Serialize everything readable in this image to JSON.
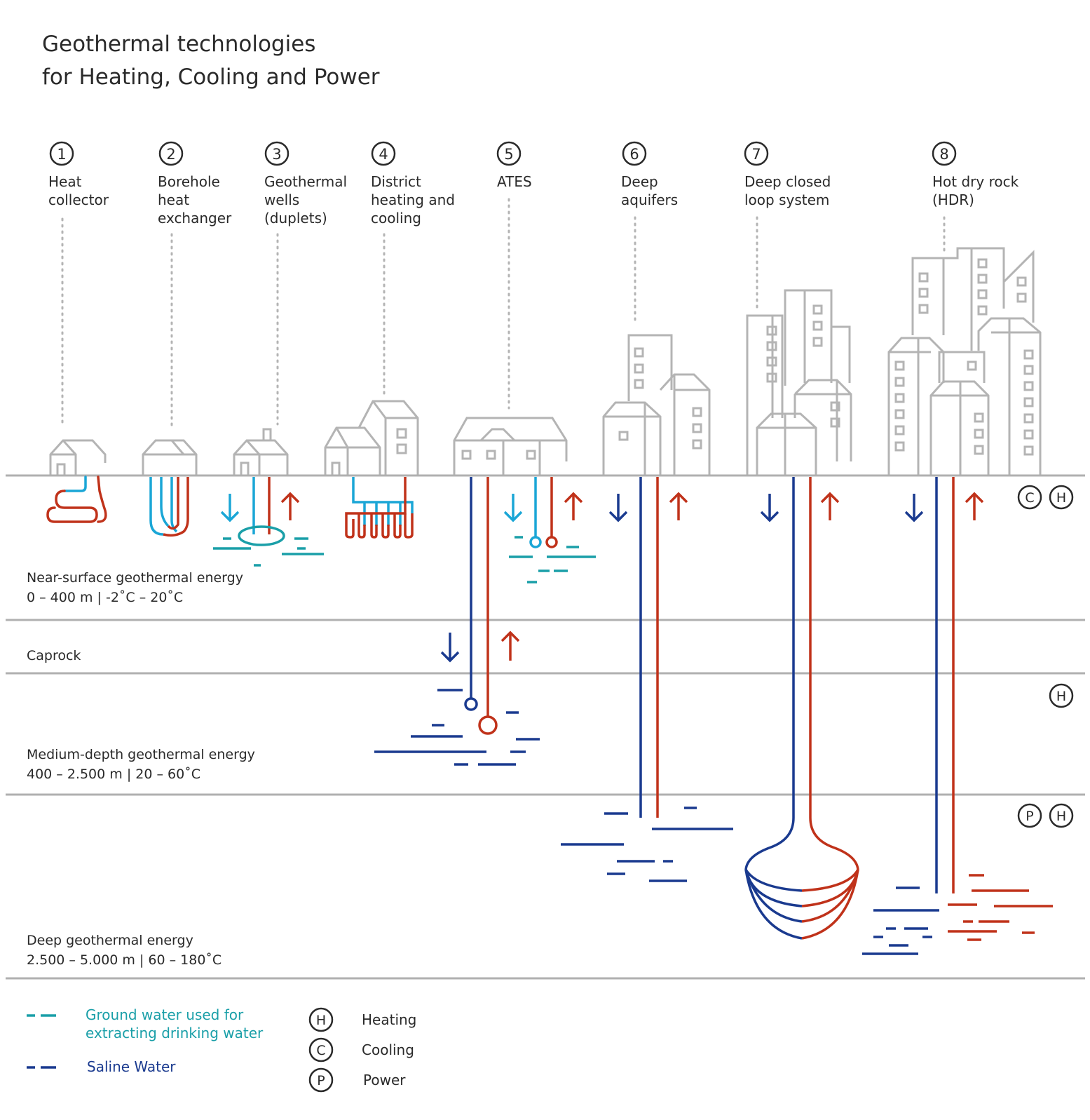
{
  "title": {
    "line1": "Geothermal technologies",
    "line2": "for Heating, Cooling and Power"
  },
  "technologies": [
    {
      "number": "1",
      "lines": [
        "Heat",
        "collector"
      ]
    },
    {
      "number": "2",
      "lines": [
        "Borehole",
        "heat",
        "exchanger"
      ]
    },
    {
      "number": "3",
      "lines": [
        "Geothermal",
        "wells",
        "(duplets)"
      ]
    },
    {
      "number": "4",
      "lines": [
        "District",
        "heating and",
        "cooling"
      ]
    },
    {
      "number": "5",
      "lines": [
        "ATES"
      ]
    },
    {
      "number": "6",
      "lines": [
        "Deep",
        "aquifers"
      ]
    },
    {
      "number": "7",
      "lines": [
        "Deep closed",
        "loop system"
      ]
    },
    {
      "number": "8",
      "lines": [
        "Hot dry rock",
        "(HDR)"
      ]
    }
  ],
  "zones": {
    "near_surface": {
      "name": "Near-surface geothermal energy",
      "range": "0 – 400 m | -2˚C – 20˚C"
    },
    "caprock": {
      "name": "Caprock"
    },
    "medium": {
      "name": "Medium-depth geothermal energy",
      "range": "400 – 2.500 m | 20 – 60˚C"
    },
    "deep": {
      "name": "Deep geothermal energy",
      "range": "2.500 – 5.000 m | 60 – 180˚C"
    }
  },
  "zone_badges": {
    "near_surface": [
      "C",
      "H"
    ],
    "medium": [
      "H"
    ],
    "deep": [
      "P",
      "H"
    ]
  },
  "legend": {
    "groundwater": {
      "line1": "Ground water used for",
      "line2": "extracting drinking water"
    },
    "saline": "Saline Water",
    "heating": {
      "letter": "H",
      "label": "Heating"
    },
    "cooling": {
      "letter": "C",
      "label": "Cooling"
    },
    "power": {
      "letter": "P",
      "label": "Power"
    }
  },
  "colors": {
    "cold": "#1a3a8f",
    "hot": "#c0321a",
    "light_blue": "#1aa6d6",
    "teal": "#1a9fa8",
    "building": "#b4b4b4",
    "layer_line": "#b0b0b0",
    "text": "#2a2a2a",
    "teal_text": "#1a9fa8",
    "navy_text": "#1a3a8f"
  }
}
